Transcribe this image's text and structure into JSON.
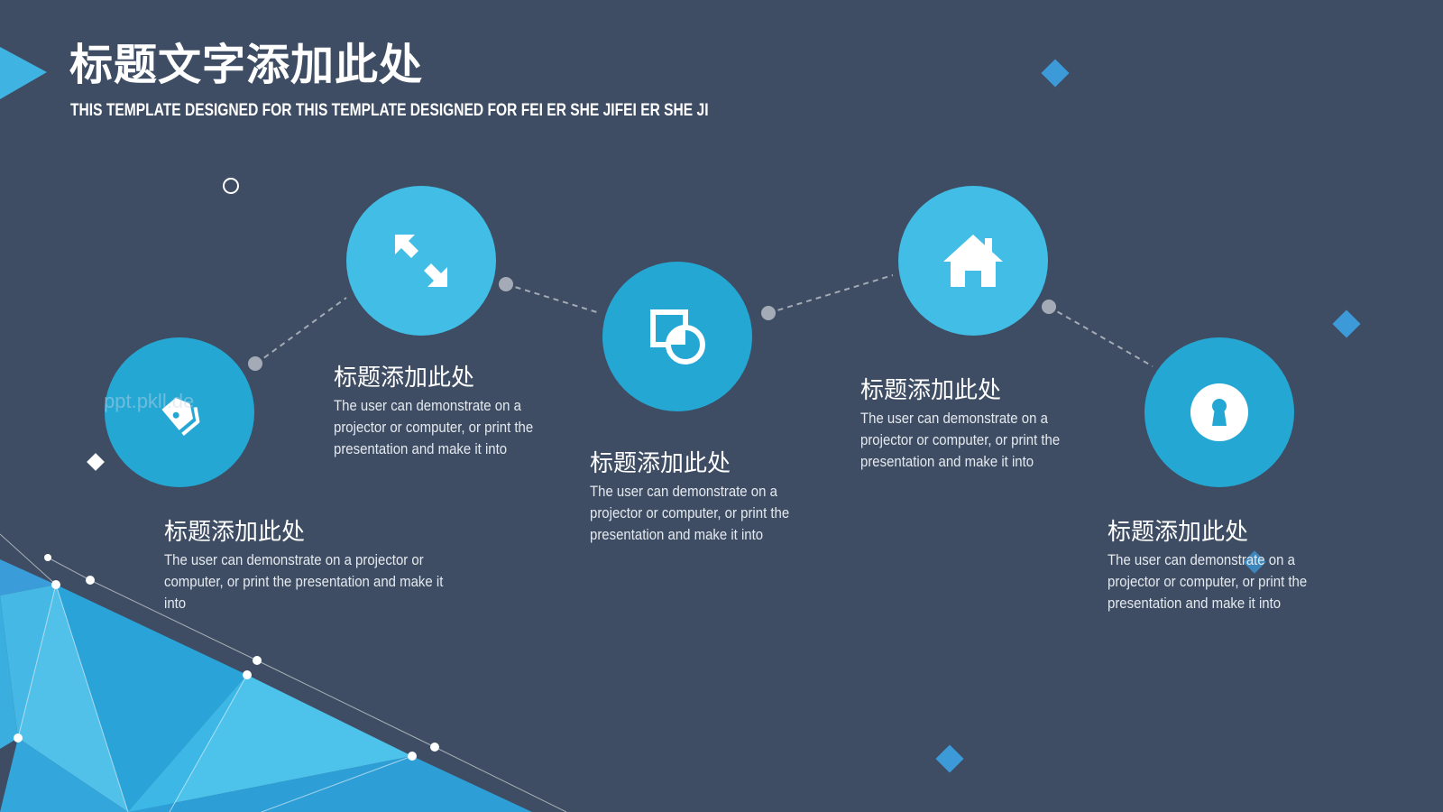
{
  "header": {
    "title": "标题文字添加此处",
    "subtitle": "THIS TEMPLATE DESIGNED FOR THIS TEMPLATE DESIGNED FOR FEI ER SHE JIFEI ER SHE JI"
  },
  "steps": [
    {
      "icon": "price-tag-icon",
      "title": "标题添加此处",
      "desc": "The user can demonstrate on a projector or computer, or print the presentation and make it into"
    },
    {
      "icon": "expand-arrows-icon",
      "title": "标题添加此处",
      "desc": "The user can demonstrate on a projector or computer, or print the presentation and make it into"
    },
    {
      "icon": "shapes-icon",
      "title": "标题添加此处",
      "desc": "The user can demonstrate on a projector or computer, or print the presentation and make it into"
    },
    {
      "icon": "home-icon",
      "title": "标题添加此处",
      "desc": "The user can demonstrate on a projector or computer, or print the presentation and make it into"
    },
    {
      "icon": "keyhole-icon",
      "title": "标题添加此处",
      "desc": "The user can demonstrate on a projector or computer, or print the presentation and make it into"
    }
  ],
  "watermark": "ppt.pkll.de",
  "colors": {
    "background": "#3e4d63",
    "circle_light": "#41bde6",
    "circle_dark": "#25a7d4",
    "diamond": "#3d9ad8",
    "connector": "#a4abb6"
  }
}
